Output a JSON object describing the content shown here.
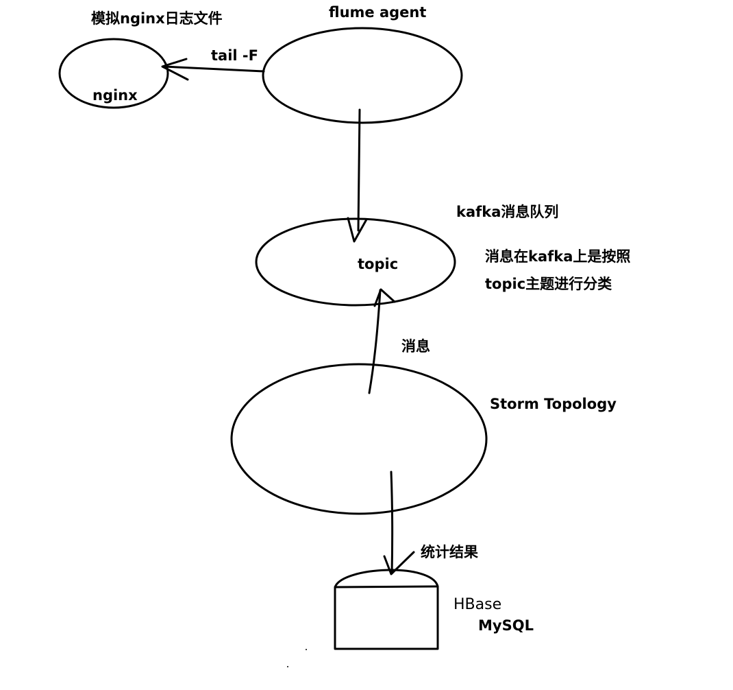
{
  "nodes": {
    "nginx": {
      "caption": "模拟nginx日志文件",
      "label": "nginx"
    },
    "flume": {
      "caption": "flume agent"
    },
    "kafka": {
      "caption": "kafka消息队列",
      "label": "topic",
      "note_line1": "消息在kafka上是按照",
      "note_line2": "topic主题进行分类"
    },
    "storm": {
      "caption": "Storm Topology"
    },
    "storage": {
      "label_line1": "HBase",
      "label_line2": "MySQL"
    }
  },
  "edges": {
    "flume_to_nginx": {
      "label": "tail -F"
    },
    "storm_to_kafka": {
      "label": "消息"
    },
    "storm_to_storage": {
      "label": "统计结果"
    }
  },
  "colors": {
    "stroke": "#000000",
    "background": "#ffffff"
  }
}
